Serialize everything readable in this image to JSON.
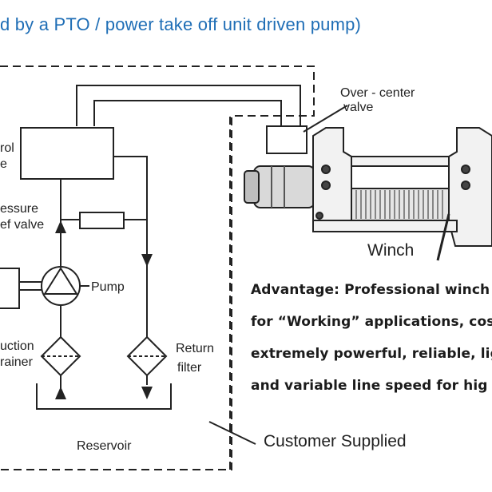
{
  "header": {
    "text": "d by a PTO / power take off unit driven pump)",
    "color": "#1f6eb6"
  },
  "labels": {
    "over_center_valve_1": "Over - center",
    "over_center_valve_2": "valve",
    "control_valve_1": "rol",
    "control_valve_2": "e",
    "pressure_relief_1": "essure",
    "pressure_relief_2": "ef valve",
    "pump": "Pump",
    "suction_strainer_1": "uction",
    "suction_strainer_2": "rainer",
    "return_filter_1": "Return",
    "return_filter_2": "filter",
    "reservoir": "Reservoir",
    "customer_supplied": "Customer Supplied",
    "winch": "Winch"
  },
  "advantage": {
    "line1": "Advantage: Professional winch",
    "line2": "for “Working” applications, cost",
    "line3": "extremely powerful, reliable, lig",
    "line4": "and variable line speed for hig"
  }
}
